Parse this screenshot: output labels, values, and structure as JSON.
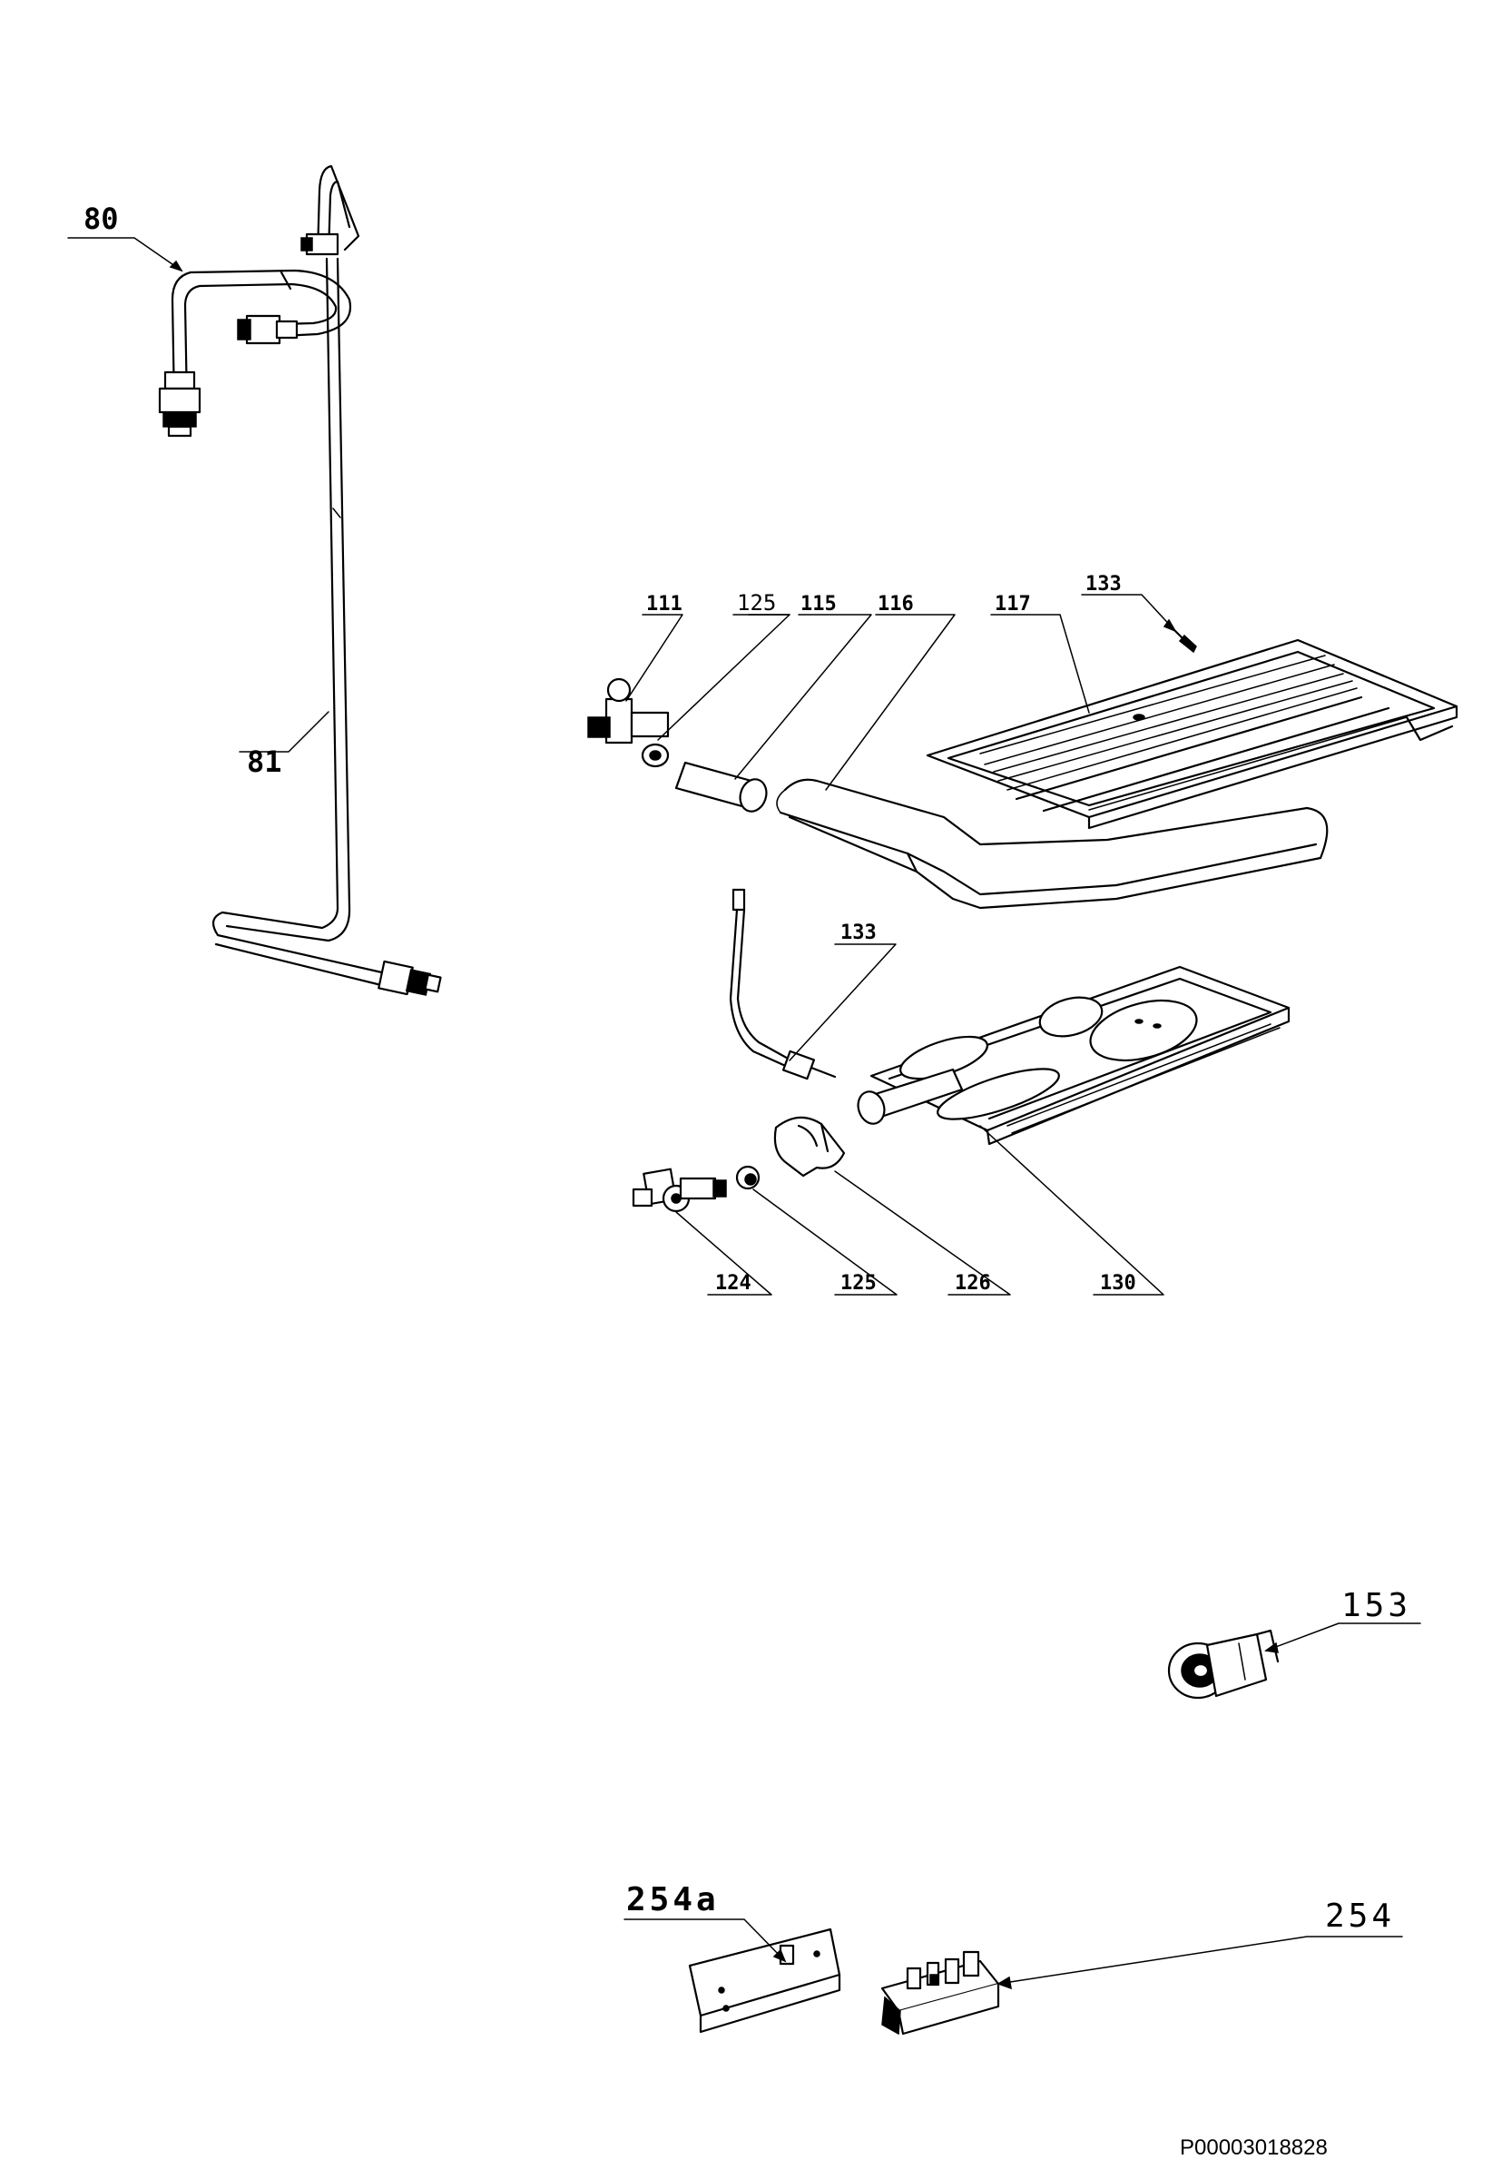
{
  "labels": {
    "p80": "80",
    "p81": "81",
    "p111": "111",
    "p125_top": "125",
    "p115": "115",
    "p116": "116",
    "p117": "117",
    "p133_top": "133",
    "p133_mid": "133",
    "p124": "124",
    "p125": "125",
    "p126": "126",
    "p130": "130",
    "p153": "153",
    "p254a": "254a",
    "p254": "254"
  },
  "reference_code": "P00003018828"
}
